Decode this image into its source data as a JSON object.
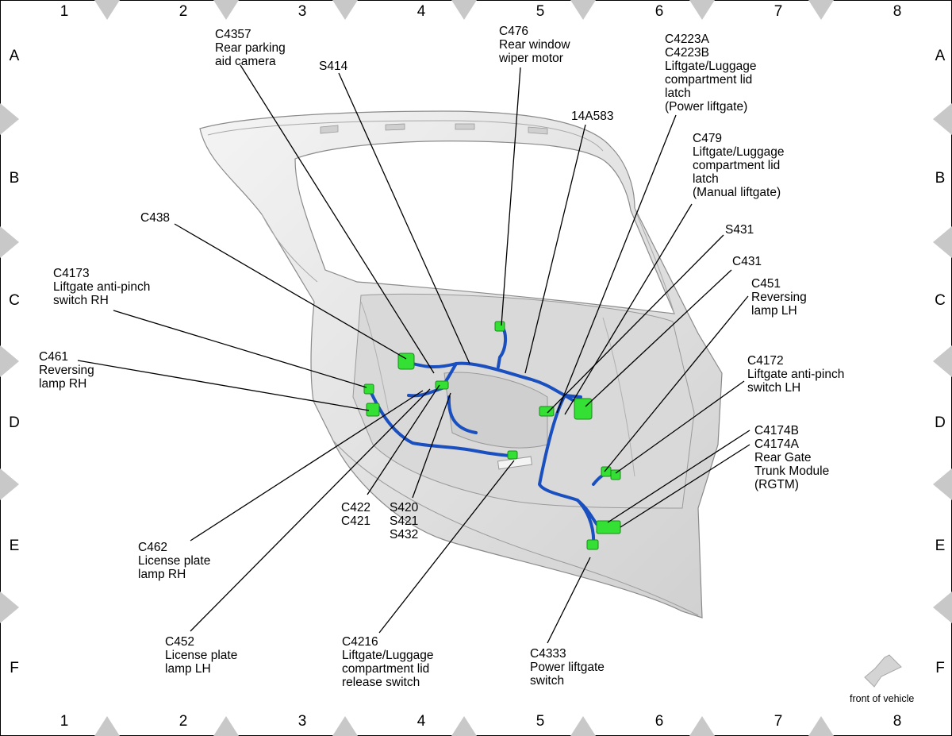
{
  "grid": {
    "columns": [
      "1",
      "2",
      "3",
      "4",
      "5",
      "6",
      "7",
      "8"
    ],
    "rows": [
      "A",
      "B",
      "C",
      "D",
      "E",
      "F"
    ]
  },
  "labels": {
    "c4357": "C4357\nRear parking\naid camera",
    "s414": "S414",
    "c476": "C476\nRear window\nwiper motor",
    "c4223": "C4223A\nC4223B\nLiftgate/Luggage\ncompartment lid\nlatch\n(Power liftgate)",
    "a14a583": "14A583",
    "c479": "C479\nLiftgate/Luggage\ncompartment lid\nlatch\n(Manual liftgate)",
    "c438": "C438",
    "s431": "S431",
    "c431": "C431",
    "c4173": "C4173\nLiftgate anti-pinch\nswitch RH",
    "c451": "C451\nReversing\nlamp LH",
    "c461": "C461\nReversing\nlamp RH",
    "c4172": "C4172\nLiftgate anti-pinch\nswitch LH",
    "c4174": "C4174B\nC4174A\nRear Gate\nTrunk Module\n(RGTM)",
    "c422": "C422\nC421",
    "s420": "S420\nS421\nS432",
    "c462": "C462\nLicense plate\nlamp RH",
    "c452": "C452\nLicense plate\nlamp LH",
    "c4216": "C4216\nLiftgate/Luggage\ncompartment lid\nrelease switch",
    "c4333": "C4333\nPower liftgate\nswitch"
  },
  "front_of_vehicle": "front of vehicle",
  "colors": {
    "harness": "#1a4fbf",
    "connector": "#33e033",
    "panel": "#e6e6e6",
    "marker": "#c8c8c8"
  }
}
